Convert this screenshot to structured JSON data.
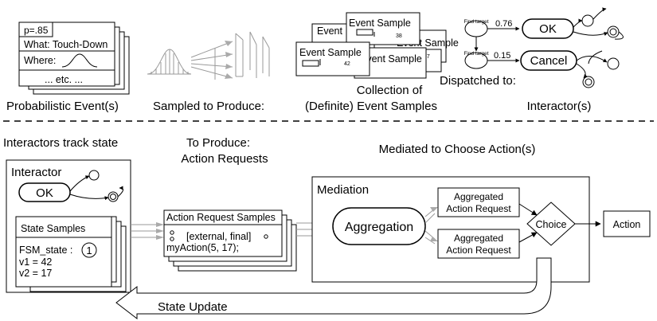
{
  "top": {
    "probabilistic_event": {
      "p_label": "p=.85",
      "what_label": "What: Touch-Down",
      "where_label": "Where:",
      "etc_label": "... etc. ...",
      "caption": "Probabilistic Event(s)"
    },
    "sampled_caption": "Sampled to Produce:",
    "event_samples": {
      "card_title": "Event Sample",
      "back_card_title": "Event",
      "values": [
        "38",
        "67",
        "42"
      ],
      "caption_line1": "Collection of",
      "caption_line2": "(Definite) Event Samples"
    },
    "dispatch": {
      "caption": "Dispatched to:",
      "condition_label": "Find target",
      "prob_ok": "0.76",
      "prob_cancel": "0.15",
      "ok_label": "OK",
      "cancel_label": "Cancel",
      "interactor_caption": "Interactor(s)"
    }
  },
  "bottom": {
    "track_caption": "Interactors track state",
    "interactor": {
      "title": "Interactor",
      "ok_label": "OK",
      "state_samples_title": "State Samples",
      "fsm_label": "FSM_state :",
      "fsm_value": "1",
      "v1": "v1 = 42",
      "v2": "v2 = 17"
    },
    "produce_line1": "To Produce:",
    "produce_line2": "Action Requests",
    "action_request": {
      "title": "Action Request Samples",
      "flags": "[external, final]",
      "call": "myAction(5, 17);"
    },
    "mediated_caption": "Mediated to Choose Action(s)",
    "mediation": {
      "title": "Mediation",
      "aggregation": "Aggregation",
      "agg_line1": "Aggregated",
      "agg_line2": "Action Request",
      "choice": "Choice"
    },
    "action_label": "Action",
    "state_update": "State Update"
  }
}
